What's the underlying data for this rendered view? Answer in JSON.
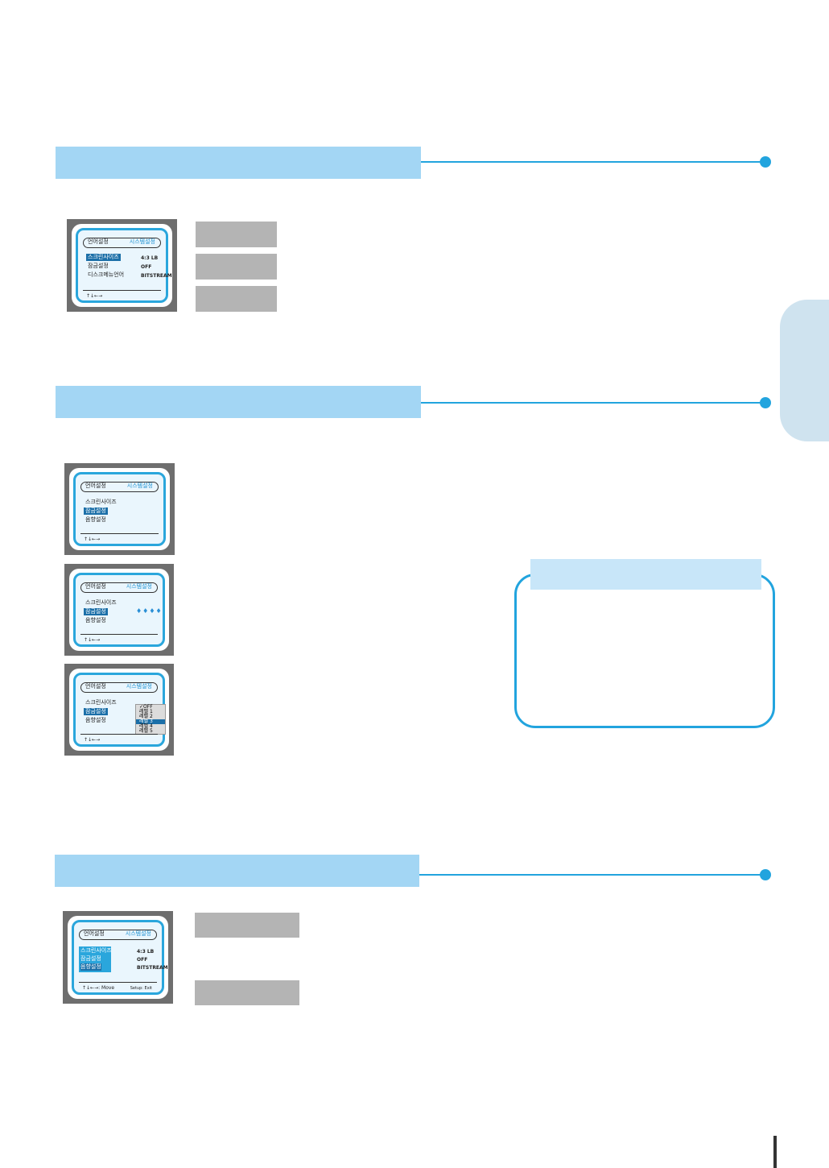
{
  "tv1": {
    "header_left": "언어설정",
    "header_right": "시스템설정",
    "items": [
      "스크린사이즈",
      "잠금설정",
      "디스크메뉴언어"
    ],
    "values": [
      "4:3 LB",
      "OFF",
      "BITSTREAM"
    ],
    "nav": "↑↓←→"
  },
  "tv2": {
    "header_left": "언어설정",
    "header_right": "시스템설정",
    "items": [
      "스크린사이즈",
      "잠금설정",
      "음향설정"
    ],
    "nav": "↑↓←→"
  },
  "tv3": {
    "header_left": "언어설정",
    "header_right": "시스템설정",
    "items": [
      "스크린사이즈",
      "잠금설정",
      "음향설정"
    ],
    "password": "♦♦♦♦",
    "nav": "↑↓←→"
  },
  "tv4": {
    "header_left": "언어설정",
    "header_right": "시스템설정",
    "items": [
      "스크린사이즈",
      "잠금설정",
      "음향설정"
    ],
    "options": [
      "✓OFF",
      "레벨 1",
      "레벨 2",
      "레벨 3",
      "레벨 4",
      "레벨 5"
    ],
    "selected_option": 3,
    "nav": "↑↓←→"
  },
  "tv5": {
    "header_left": "언어설정",
    "header_right": "시스템설정",
    "items": [
      "스크린사이즈",
      "잠금설정",
      "음향설정"
    ],
    "values": [
      "4:3 LB",
      "OFF",
      "BITSTREAM"
    ],
    "nav": "↑↓←→: Move",
    "exit": "Setup: Exit"
  },
  "colors": {
    "accent": "#22a4de",
    "section_bar": "#a3d6f4",
    "label_gray": "#b4b4b4",
    "side_tab": "#cfe3ef"
  }
}
